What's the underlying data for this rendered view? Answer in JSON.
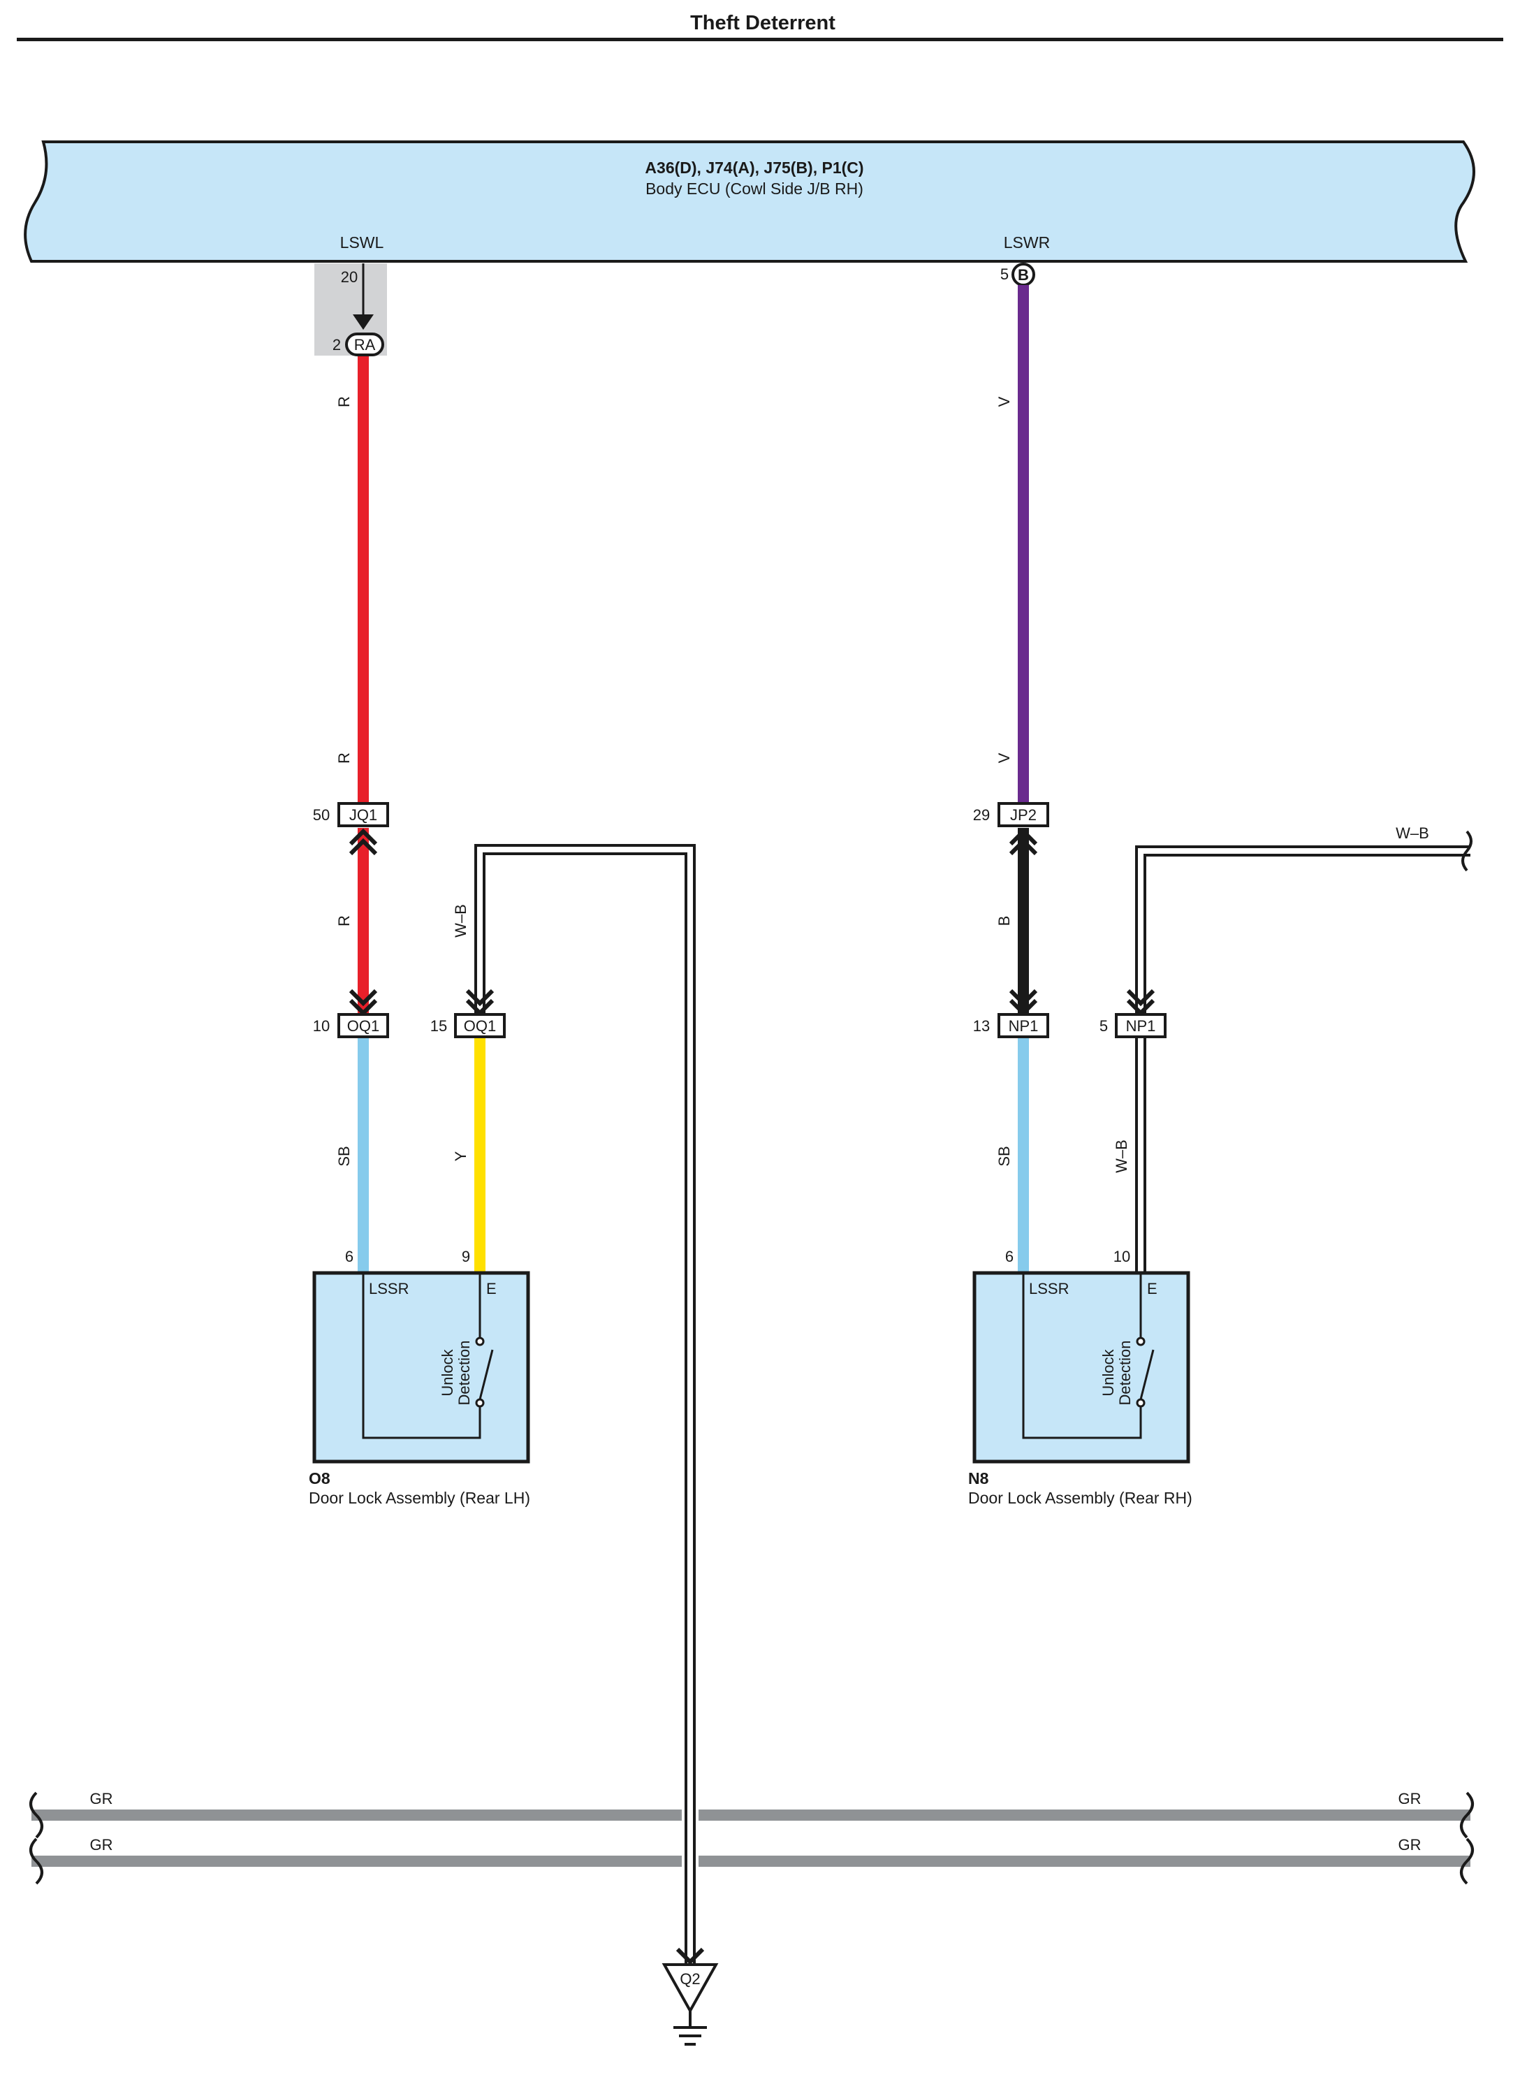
{
  "page": {
    "title": "Theft Deterrent"
  },
  "ecu": {
    "connectors": "A36(D), J74(A), J75(B), P1(C)",
    "name": "Body ECU (Cowl Side J/B RH)",
    "terminals": [
      {
        "signal": "LSWL",
        "pin": "20",
        "connector": "RA",
        "connector_pin": "2"
      },
      {
        "signal": "LSWR",
        "pin": "5",
        "connector": "B"
      }
    ]
  },
  "wires": {
    "r": "R",
    "v": "V",
    "b": "B",
    "sb": "SB",
    "y": "Y",
    "wb": "W–B",
    "gr": "GR"
  },
  "connectors": {
    "jq1": {
      "id": "JQ1",
      "pin": "50"
    },
    "jp2": {
      "id": "JP2",
      "pin": "29"
    },
    "oq1_a": {
      "id": "OQ1",
      "pin": "10"
    },
    "oq1_b": {
      "id": "OQ1",
      "pin": "15"
    },
    "np1_a": {
      "id": "NP1",
      "pin": "13"
    },
    "np1_b": {
      "id": "NP1",
      "pin": "5"
    }
  },
  "components": [
    {
      "code": "O8",
      "name": "Door Lock Assembly (Rear LH)",
      "pin_lssr": "6",
      "pin_e": "9",
      "term_lssr": "LSSR",
      "term_e": "E",
      "switch_line1": "Unlock",
      "switch_line2": "Detection"
    },
    {
      "code": "N8",
      "name": "Door Lock Assembly (Rear RH)",
      "pin_lssr": "6",
      "pin_e": "10",
      "term_lssr": "LSSR",
      "term_e": "E",
      "switch_line1": "Unlock",
      "switch_line2": "Detection"
    }
  ],
  "ground": {
    "id": "Q2"
  },
  "colors": {
    "ecu_fill": "#c6e6f8",
    "component_fill": "#c6e6f8",
    "red": "#e8202a",
    "violet": "#6a2a8e",
    "black": "#1a1a1a",
    "sky_blue": "#86cbec",
    "yellow": "#ffe000",
    "gray_bus": "#8f9295",
    "connector_shade": "#d2d3d5"
  }
}
